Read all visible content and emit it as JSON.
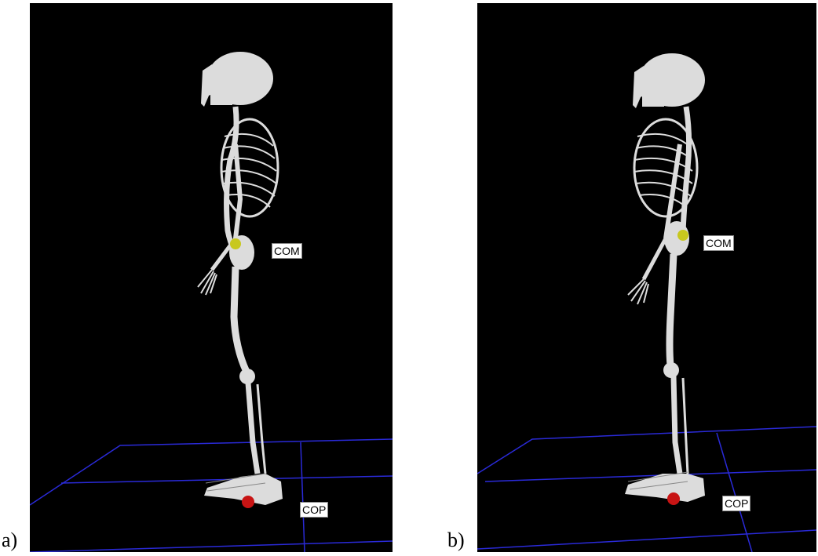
{
  "panels": [
    {
      "label": "a)",
      "com_label": "COM",
      "cop_label": "COP"
    },
    {
      "label": "b)",
      "com_label": "COM",
      "cop_label": "COP"
    }
  ],
  "colors": {
    "background": "#000000",
    "bone": "#dcdcdc",
    "grid": "#2a2ad8",
    "com_marker": "#c8c81e",
    "cop_marker": "#c81414"
  },
  "icons": [
    "skeleton-figure",
    "com-sphere",
    "cop-sphere",
    "floor-grid"
  ]
}
